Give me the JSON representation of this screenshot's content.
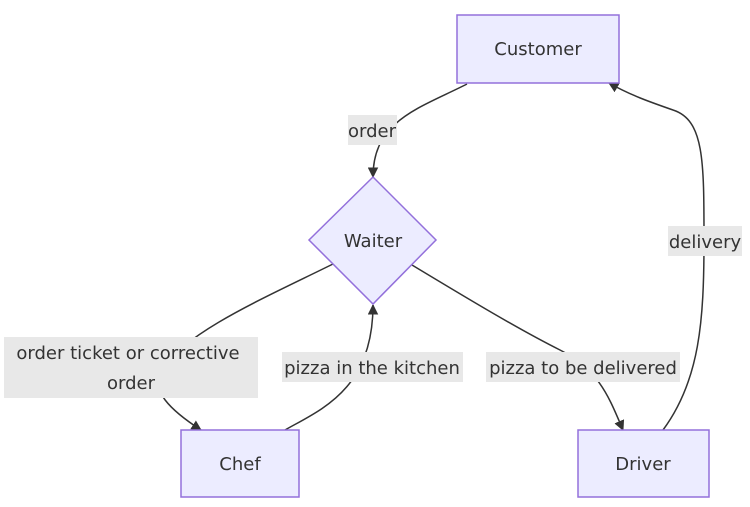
{
  "nodes": {
    "customer": "Customer",
    "waiter": "Waiter",
    "chef": "Chef",
    "driver": "Driver"
  },
  "edges": {
    "order": "order",
    "ticket_line1": "order ticket or corrective",
    "ticket_line2": "order",
    "kitchen": "pizza in the kitchen",
    "delivered": "pizza to be delivered",
    "delivery": "delivery"
  },
  "colors": {
    "node_fill": "#ECECFF",
    "node_stroke": "#9370DB",
    "edge": "#333333",
    "label_bg": "#e8e8e8"
  }
}
